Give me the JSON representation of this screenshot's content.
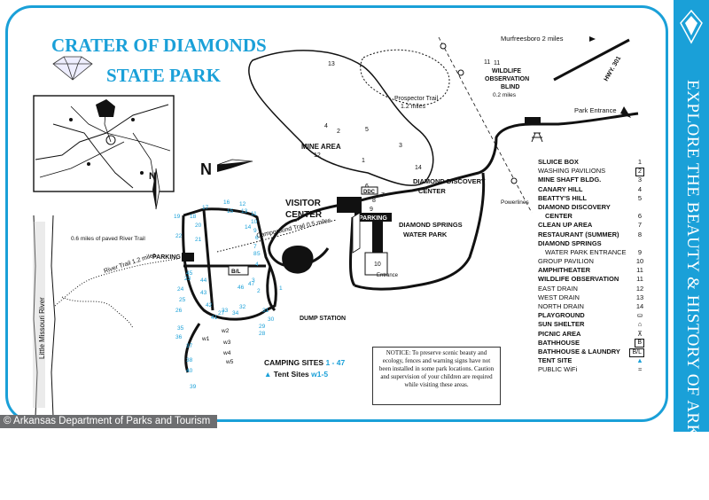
{
  "title": {
    "line1": "CRATER OF DIAMONDS",
    "line2": "STATE PARK"
  },
  "side_banner": "EXPLORE THE BEAUTY & HISTORY OF ARKANSAS!",
  "credit": "© Arkansas Department of Parks and Tourism",
  "compass": {
    "north_label": "N"
  },
  "labels": {
    "murfreesboro": "Murfreesboro 2 miles",
    "hwy": "HWY. 301",
    "park_entrance": "Park Entrance",
    "wildlife_blind_1": "WILDLIFE",
    "wildlife_blind_2": "OBSERVATION",
    "wildlife_blind_3": "BLIND",
    "wildlife_blind_dist": "0.2 miles",
    "prospector_trail_1": "Prospector Trail",
    "prospector_trail_2": "1.2 miles",
    "mine_area_1": "MINE AREA",
    "mine_area_2": "12",
    "ddc_1": "DIAMOND DISCOVERY",
    "ddc_2": "CENTER",
    "visitor_1": "VISITOR",
    "visitor_2": "CENTER",
    "parking_1": "PARKING",
    "parking_2": "PARKING",
    "springs_1": "DIAMOND SPRINGS",
    "springs_2": "WATER PARK",
    "powerlines": "Powerlines",
    "campground_trail": "Campground Trail 0.5 miles",
    "river_trail": "River Trail 1.2 miles",
    "paved_trail": "0.6 miles of paved River Trail",
    "river": "Little Missouri River",
    "dump_station": "DUMP STATION",
    "entrance": "Entrance",
    "bl": "B/L",
    "ddc_box": "DDC",
    "tent_w": [
      "w1",
      "w2",
      "w3",
      "w4",
      "w5"
    ]
  },
  "site_numbers": [
    "1",
    "2",
    "3",
    "4",
    "5",
    "6",
    "7",
    "8",
    "9",
    "10",
    "11",
    "12",
    "13",
    "14",
    "15",
    "16",
    "17",
    "18",
    "19",
    "20",
    "21",
    "22",
    "23",
    "24",
    "25",
    "26",
    "27",
    "28",
    "29",
    "30",
    "31",
    "32",
    "33",
    "34",
    "35",
    "36",
    "37",
    "38",
    "39",
    "40",
    "41",
    "42",
    "43",
    "44",
    "45",
    "46",
    "47"
  ],
  "mine_numbers": [
    "1",
    "2",
    "3",
    "4",
    "5",
    "6",
    "7",
    "8",
    "9",
    "10",
    "11",
    "13",
    "14"
  ],
  "camping": {
    "label": "CAMPING SITES",
    "range": "1 - 47",
    "tent_label": "Tent Sites",
    "tent_range": "w1-5"
  },
  "notice": "NOTICE: To preserve scenic beauty and ecology, fences and warning signs have not been installed in some park locations. Caution and supervision of your children are required while visiting these areas.",
  "legend": [
    {
      "label": "SLUICE BOX",
      "sym": "1",
      "bold": true
    },
    {
      "label": "WASHING PAVILIONS",
      "sym": "2",
      "bold": false,
      "boxed": true
    },
    {
      "label": "MINE SHAFT BLDG.",
      "sym": "3",
      "bold": true
    },
    {
      "label": "CANARY HILL",
      "sym": "4",
      "bold": true
    },
    {
      "label": "BEATTY'S HILL",
      "sym": "5",
      "bold": true
    },
    {
      "label": "DIAMOND DISCOVERY",
      "sym": "",
      "bold": true
    },
    {
      "label": "CENTER",
      "sym": "6",
      "bold": true,
      "indent": true
    },
    {
      "label": "CLEAN UP AREA",
      "sym": "7",
      "bold": true
    },
    {
      "label": "RESTAURANT (SUMMER)",
      "sym": "8",
      "bold": true
    },
    {
      "label": "DIAMOND SPRINGS",
      "sym": "",
      "bold": true
    },
    {
      "label": "WATER PARK ENTRANCE",
      "sym": "9",
      "bold": false,
      "indent": true
    },
    {
      "label": "GROUP PAVILION",
      "sym": "10",
      "bold": false
    },
    {
      "label": "AMPHITHEATER",
      "sym": "11",
      "bold": true
    },
    {
      "label": "WILDLIFE OBSERVATION",
      "sym": "11",
      "bold": true
    },
    {
      "label": "EAST DRAIN",
      "sym": "12",
      "bold": false
    },
    {
      "label": "WEST DRAIN",
      "sym": "13",
      "bold": false
    },
    {
      "label": "NORTH DRAIN",
      "sym": "14",
      "bold": false
    },
    {
      "label": "PLAYGROUND",
      "sym": "⛀",
      "bold": true
    },
    {
      "label": "SUN SHELTER",
      "sym": "⌂",
      "bold": true
    },
    {
      "label": "PICNIC AREA",
      "sym": "⊼",
      "bold": true
    },
    {
      "label": "BATHHOUSE",
      "sym": "B",
      "bold": true,
      "boxed": true
    },
    {
      "label": "BATHHOUSE & LAUNDRY",
      "sym": "B/L",
      "bold": true,
      "boxed": true
    },
    {
      "label": "TENT SITE",
      "sym": "▲",
      "bold": true
    },
    {
      "label": "PUBLIC WiFi",
      "sym": "≈",
      "bold": false
    }
  ],
  "colors": {
    "accent": "#1aa0d8",
    "road": "#111111",
    "credit_bg": "#6d6e70"
  }
}
